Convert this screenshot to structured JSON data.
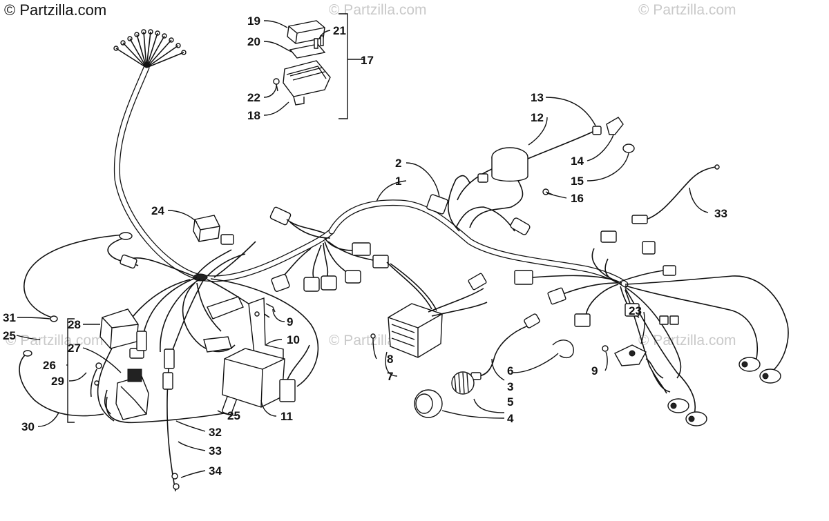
{
  "watermarks": {
    "main": "© Partzilla.com",
    "repeat": "© Partzilla.com"
  },
  "callouts": {
    "c1": "1",
    "c2": "2",
    "c3": "3",
    "c4": "4",
    "c5": "5",
    "c6": "6",
    "c7": "7",
    "c8": "8",
    "c9a": "9",
    "c9b": "9",
    "c10": "10",
    "c11": "11",
    "c12": "12",
    "c13": "13",
    "c14": "14",
    "c15": "15",
    "c16": "16",
    "c17": "17",
    "c18": "18",
    "c19": "19",
    "c20": "20",
    "c21": "21",
    "c22": "22",
    "c23": "23",
    "c24": "24",
    "c25a": "25",
    "c25b": "25",
    "c26": "26",
    "c27": "27",
    "c28": "28",
    "c29": "29",
    "c30": "30",
    "c31": "31",
    "c32": "32",
    "c33a": "33",
    "c33b": "33",
    "c34": "34"
  }
}
